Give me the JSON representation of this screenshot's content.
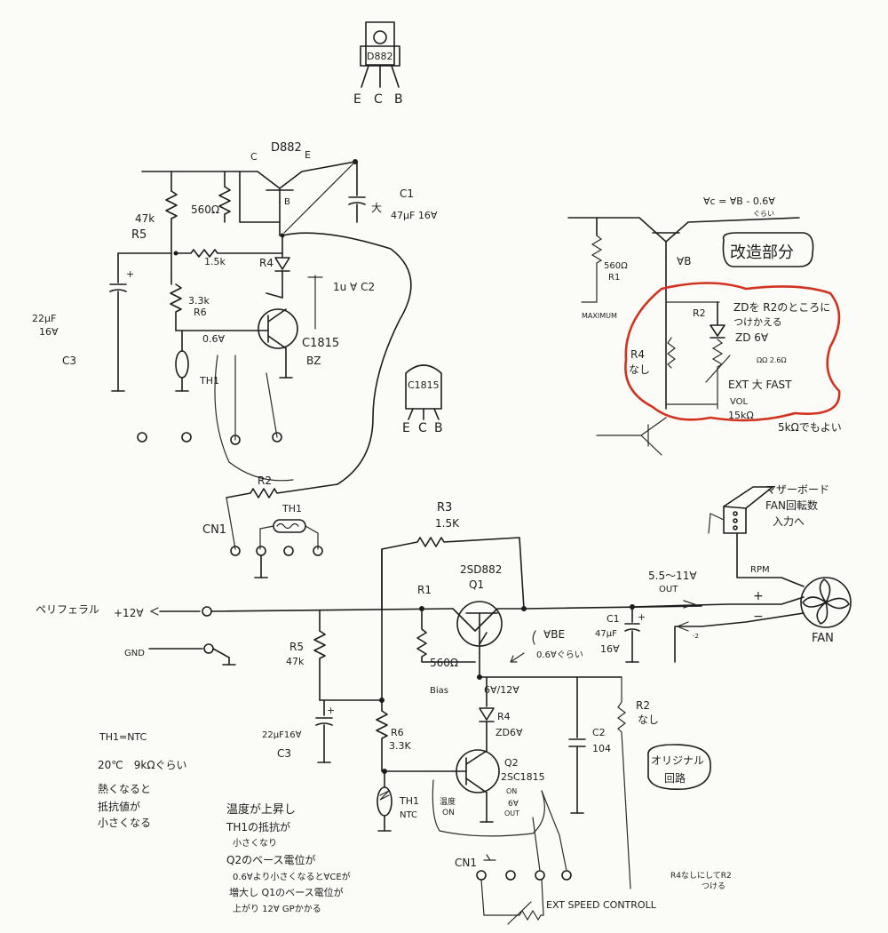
{
  "pkg_d882": {
    "part": "D882",
    "pins": [
      "E",
      "C",
      "B"
    ]
  },
  "pkg_c1815": {
    "part": "C1815",
    "pins": [
      "E",
      "C",
      "B"
    ]
  },
  "top": {
    "q_d882": "D882",
    "c": "C",
    "e": "E",
    "b": "B",
    "r5_val": "47k",
    "r5_name": "R5",
    "r1_val": "560Ω",
    "r_15k": "1.5k",
    "r4": "R4",
    "c2": "1u ∀ C2",
    "r6_val": "3.3k",
    "r6_name": "R6",
    "v06": "0.6∀",
    "q_c1815": "C1815",
    "q_bz": "BZ",
    "th1": "TH1",
    "c1_name": "C1",
    "c1_val": "47μF 16∀",
    "c1_big": "大",
    "c3_val": "22μF",
    "c3_volt": "16∀",
    "c3_name": "C3",
    "r2": "R2",
    "cn1": "CN1",
    "th1_b": "TH1"
  },
  "mod": {
    "vc_eq": "∀c = ∀B - 0.6∀",
    "vc_sub": "ぐらい",
    "vb": "∀B",
    "r1_val": "560Ω",
    "r1": "R1",
    "maximum": "MAXIMUM",
    "r2": "R2",
    "r4": "R4",
    "r4_none": "なし",
    "title": "改造部分",
    "note1": "ZDを R2のところに",
    "note2": "つけかえる",
    "zd": "ZD 6∀",
    "ext": "EXT 大 FAST",
    "vol": "VOL",
    "k15": "15kΩ",
    "k5": "5kΩでもよい",
    "slow": "ΩΩ 2.6Ω"
  },
  "orig": {
    "r3": "R3",
    "r3_val": "1.5K",
    "q1_part": "2SD882",
    "q1": "Q1",
    "r1": "R1",
    "volt_out": "5.5〜11∀",
    "out": "OUT",
    "peripheral": "ペリフェラル",
    "plus12": "+12∀",
    "gnd": "GND",
    "r5": "R5",
    "r5_val": "47k",
    "r1_val": "560Ω",
    "bias": "Bias",
    "vbe": "∀BE",
    "vbe_val": "0.6∀ぐらい",
    "c1": "C1",
    "c1_val": "47μF",
    "c1_volt": "16∀",
    "node": "6∀/12∀",
    "r4": "R4",
    "zd": "ZD6∀",
    "r2": "R2",
    "r2_none": "なし",
    "c3_val": "22μF16∀",
    "c3": "C3",
    "r6": "R6",
    "r6_val": "3.3K",
    "c2": "C2",
    "c2_val": "104",
    "q2": "Q2",
    "q2_part": "2SC1815",
    "on": "ON",
    "out6": "6∀",
    "out6b": "OUT",
    "onsen": "温度",
    "on2": "ON",
    "th1": "TH1",
    "ntc": "NTC",
    "cn1": "CN1",
    "ext": "EXT SPEED CONTROLL",
    "original_1": "オリジナル",
    "original_2": "回路",
    "mb_1": "マザーボード",
    "mb_2": "FAN回転数",
    "mb_3": "入力へ",
    "rpm": "RPM",
    "plus": "+",
    "minus": "−",
    "fan": "FAN",
    "r4note_1": "R4なしにしてR2",
    "r4note_2": "つける"
  },
  "notes": {
    "ntc_1": "TH1=NTC",
    "ntc_2": "20℃　9kΩぐらい",
    "ntc_3": "熱くなると",
    "ntc_4": "抵抗値が",
    "ntc_5": "小さくなる",
    "temp_1": "温度が上昇し",
    "temp_2": "TH1の抵抗が",
    "temp_3": "小さくなり",
    "temp_4": "Q2のベース電位が",
    "temp_5": "0.6∀より小さくなると∀CEが",
    "temp_6": "増大し Q1のベース電位が",
    "temp_7": "上がり 12∀ GPかかる"
  }
}
